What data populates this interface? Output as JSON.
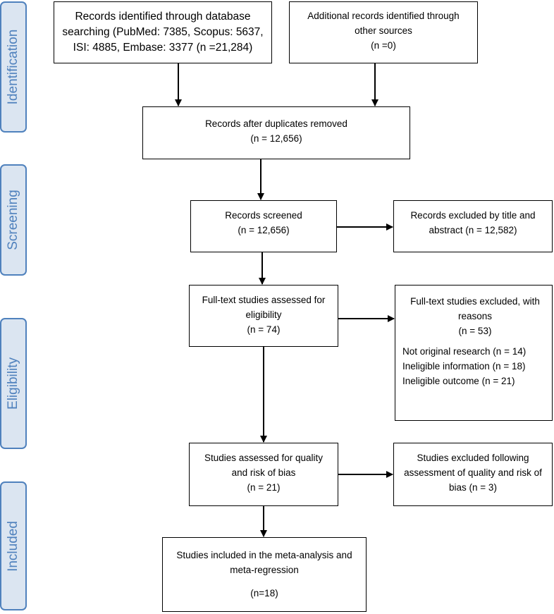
{
  "stages": {
    "identification": "Identification",
    "screening": "Screening",
    "eligibility": "Eligibility",
    "included": "Included"
  },
  "boxes": {
    "database_records": {
      "lines": [
        "Records identified through database",
        "searching (PubMed: 7385, Scopus: 5637,",
        "ISI: 4885, Embase: 3377 (n =21,284)"
      ]
    },
    "additional_records": {
      "lines": [
        "Additional records identified through",
        "other sources",
        "(n =0)"
      ]
    },
    "duplicates_removed": {
      "lines": [
        "Records after duplicates removed",
        "(n = 12,656)"
      ]
    },
    "records_screened": {
      "lines": [
        "Records screened",
        "(n = 12,656)"
      ]
    },
    "records_excluded": {
      "lines": [
        "Records excluded by title and",
        "abstract (n = 12,582)"
      ]
    },
    "fulltext_assessed": {
      "lines": [
        "Full-text studies assessed   for",
        "eligibility",
        "(n = 74)"
      ]
    },
    "fulltext_excluded": {
      "lines": [
        "Full-text studies excluded, with",
        "reasons",
        "(n = 53)"
      ],
      "reasons": [
        "Not original research (n = 14)",
        "Ineligible information (n = 18)",
        "Ineligible outcome (n = 21)"
      ]
    },
    "quality_assessed": {
      "lines": [
        "Studies assessed for quality",
        "and risk of bias",
        "(n = 21)"
      ]
    },
    "quality_excluded": {
      "lines": [
        "Studies excluded following",
        "assessment of quality and risk of",
        "bias (n = 3)"
      ]
    },
    "included_studies": {
      "lines": [
        "Studies included in the meta-analysis and",
        "meta-regression",
        "(n=18)"
      ]
    }
  }
}
